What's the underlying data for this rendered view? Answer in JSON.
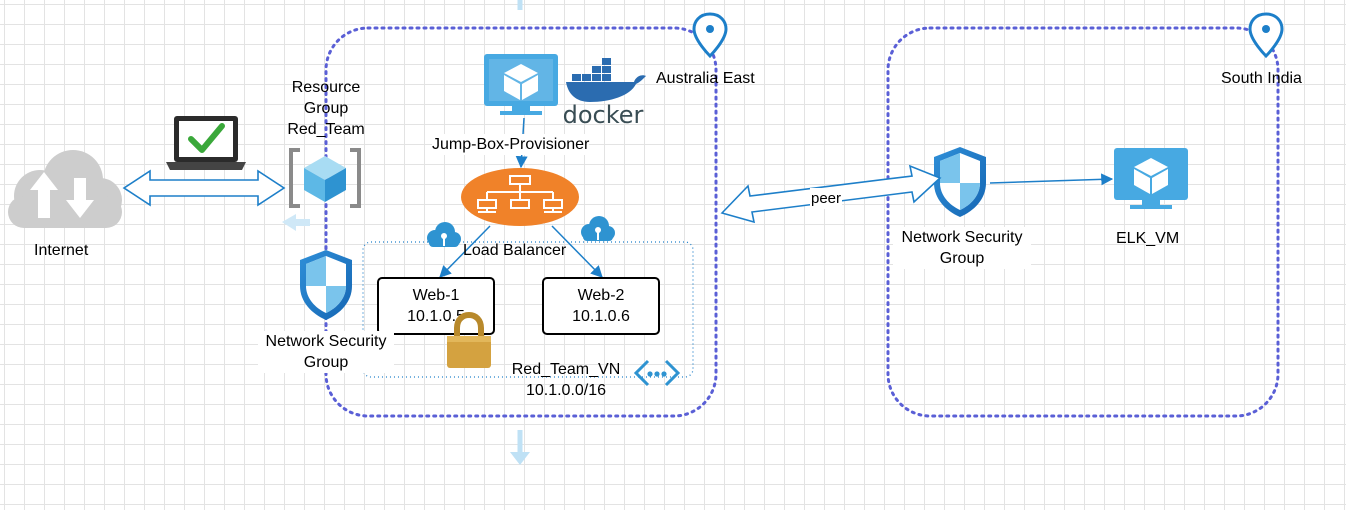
{
  "regions": {
    "australia_east": "Australia East",
    "south_india": "South India"
  },
  "internet": {
    "label": "Internet"
  },
  "resource_group": {
    "line1": "Resource",
    "line2": "Group",
    "line3": "Red_Team"
  },
  "jump_box": {
    "label": "Jump-Box-Provisioner"
  },
  "docker": {
    "label": "docker"
  },
  "load_balancer": {
    "label": "Load Balancer"
  },
  "web1": {
    "name": "Web-1",
    "ip": "10.1.0.5"
  },
  "web2": {
    "name": "Web-2",
    "ip": "10.1.0.6"
  },
  "nsg_left": {
    "line1": "Network Security",
    "line2": "Group"
  },
  "vnet": {
    "name": "Red_Team_VN",
    "cidr": "10.1.0.0/16"
  },
  "peering": {
    "label": "peer"
  },
  "nsg_right": {
    "line1": "Network Security",
    "line2": "Group"
  },
  "elk": {
    "label": "ELK_VM"
  },
  "colors": {
    "region_border": "#5a5fd6",
    "azure_blue": "#1d7fc9",
    "load_balancer": "#f08229",
    "lock": "#d4a240",
    "check": "#3aa83a"
  }
}
